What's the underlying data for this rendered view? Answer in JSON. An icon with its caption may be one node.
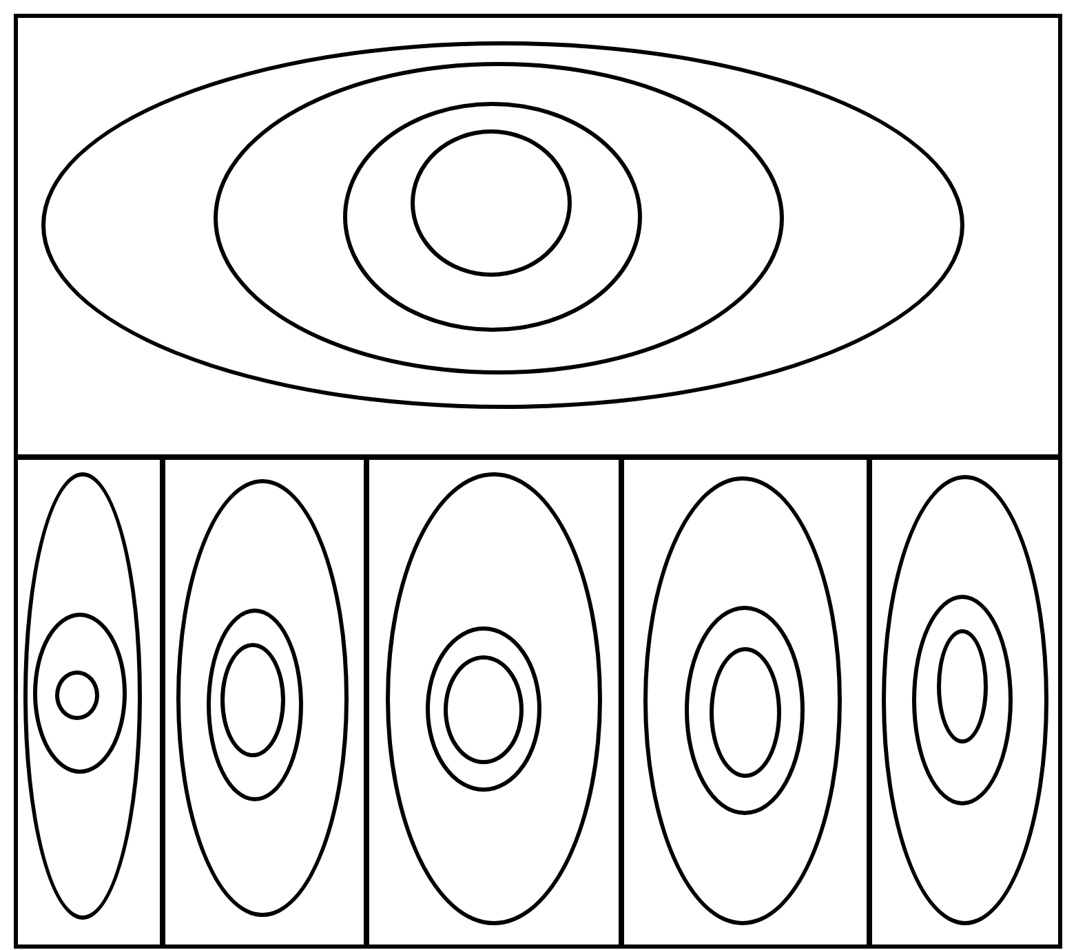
{
  "diagram": {
    "nodes": [
      {
        "text": [],
        "shape": "box"
      },
      {
        "text": [],
        "shape": "ellipse",
        "in": 0
      },
      {
        "text": [],
        "shape": "ellipse",
        "in": 1
      },
      {
        "text": [],
        "shape": "ellipse",
        "in": 2
      },
      {
        "text": [],
        "shape": "ellipse",
        "in": 3
      },
      {
        "text": [],
        "shape": "box"
      },
      {
        "text": [],
        "shape": "ellipse",
        "in": 5
      },
      {
        "text": [],
        "shape": "ellipse",
        "in": 6
      },
      {
        "text": [],
        "shape": "ellipse",
        "in": 7
      },
      {
        "text": [],
        "shape": "box"
      },
      {
        "text": [],
        "shape": "ellipse",
        "in": 9
      },
      {
        "text": [],
        "shape": "ellipse",
        "in": 10
      },
      {
        "text": [],
        "shape": "ellipse",
        "in": 11
      },
      {
        "text": [],
        "shape": "box"
      },
      {
        "text": [],
        "shape": "ellipse",
        "in": 13
      },
      {
        "text": [],
        "shape": "ellipse",
        "in": 14
      },
      {
        "text": [],
        "shape": "ellipse",
        "in": 15
      },
      {
        "text": [],
        "shape": "box"
      },
      {
        "text": [],
        "shape": "ellipse",
        "in": 17
      },
      {
        "text": [],
        "shape": "ellipse",
        "in": 18
      },
      {
        "text": [],
        "shape": "ellipse",
        "in": 19
      },
      {
        "text": [],
        "shape": "box"
      },
      {
        "text": [],
        "shape": "ellipse",
        "in": 21
      },
      {
        "text": [],
        "shape": "ellipse",
        "in": 22
      },
      {
        "text": [],
        "shape": "ellipse",
        "in": 23
      }
    ]
  }
}
